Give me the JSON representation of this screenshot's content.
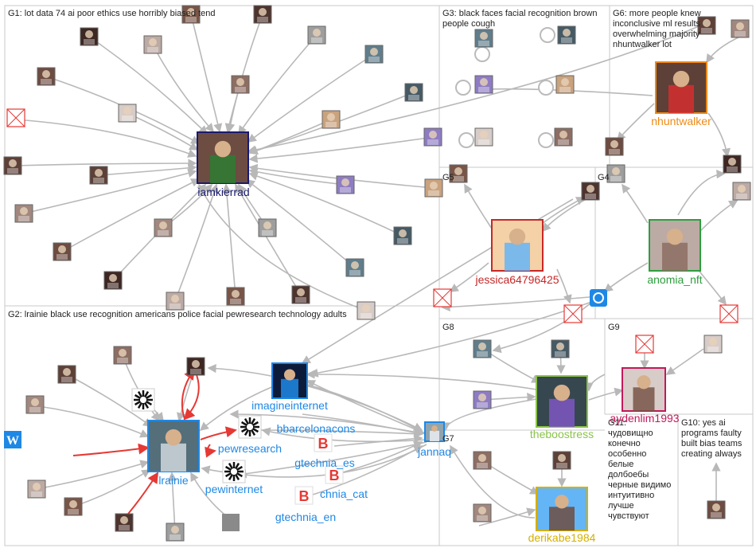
{
  "groups": [
    {
      "id": "G1",
      "label": "G1: lot data 74 ai poor ethics use horribly biased tend"
    },
    {
      "id": "G2",
      "label": "G2: lrainie black use recognition americans police facial pewresearch technology adults"
    },
    {
      "id": "G3",
      "label": "G3: black faces facial recognition brown",
      "label2": "people cough"
    },
    {
      "id": "G4",
      "label": "G4"
    },
    {
      "id": "G5",
      "label": "G5"
    },
    {
      "id": "G6",
      "label": "G6: more people knew",
      "lines": [
        "inconclusive ml results",
        "overwhelming majority",
        "nhuntwalker lot"
      ]
    },
    {
      "id": "G7",
      "label": "G7"
    },
    {
      "id": "G8",
      "label": "G8"
    },
    {
      "id": "G9",
      "label": "G9"
    },
    {
      "id": "G10",
      "label": "G10: yes ai",
      "lines": [
        "programs faulty",
        "built bias teams",
        "creating always"
      ]
    },
    {
      "id": "G11",
      "label": "G11:",
      "lines": [
        "чудовищно",
        "конечно",
        "особенно",
        "белые",
        "долбоебы",
        "черные видимо",
        "интуитивно",
        "лучше",
        "чувствуют"
      ]
    }
  ],
  "nodes": {
    "iamkierrad": {
      "label": "iamkierrad",
      "color": "#1a1a6e"
    },
    "lrainie": {
      "label": "lrainie",
      "color": "#1e88e5"
    },
    "imagineinternet": {
      "label": "imagineinternet",
      "color": "#1e88e5"
    },
    "bbarcelonacons": {
      "label": "bbarcelonacons",
      "color": "#1e88e5"
    },
    "pewresearch": {
      "label": "pewresearch",
      "color": "#1e88e5"
    },
    "gtechnia_es": {
      "label": "gtechnia_es",
      "color": "#1e88e5"
    },
    "pewinternet": {
      "label": "pewinternet",
      "color": "#1e88e5"
    },
    "chnia_cat": {
      "label": "chnia_cat",
      "color": "#1e88e5"
    },
    "gtechnia_en": {
      "label": "gtechnia_en",
      "color": "#1e88e5"
    },
    "jannaq": {
      "label": "jannaq",
      "color": "#1e88e5"
    },
    "jessica64796425": {
      "label": "jessica64796425",
      "color": "#c62828"
    },
    "anomia_nft": {
      "label": "anomia_nft",
      "color": "#2e9e3e"
    },
    "nhuntwalker": {
      "label": "nhuntwalker",
      "color": "#ef8a17"
    },
    "theboostress": {
      "label": "theboostress",
      "color": "#8bc34a"
    },
    "aydenlim1993": {
      "label": "aydenlim1993",
      "color": "#c2185b"
    },
    "derikabe1984": {
      "label": "derikabe1984",
      "color": "#d4b000"
    }
  },
  "colors": {
    "edge": "#b8b8b8",
    "red_edge": "#e53935",
    "grid": "#c8c8c8"
  }
}
